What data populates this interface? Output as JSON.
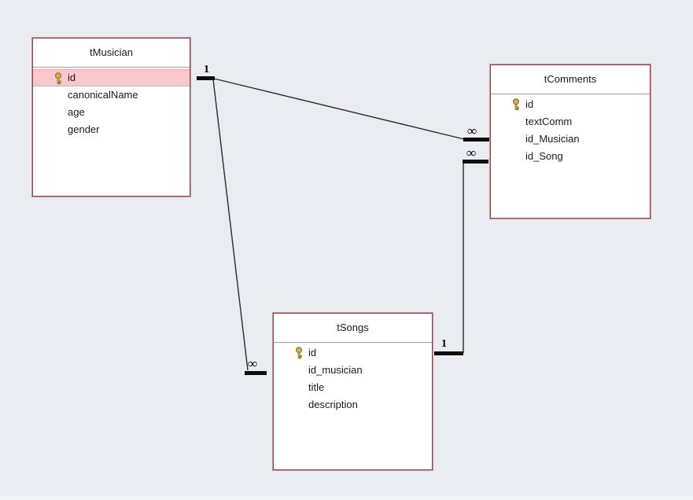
{
  "view": {
    "name": "Access Relationships View",
    "background_color": "#e9edf1",
    "table_border_color": "#9c4246",
    "pk_highlight_color": "#f9c8cc"
  },
  "icons": {
    "primary_key": "key-icon (gold key glyph)"
  },
  "tables": [
    {
      "name": "tMusician",
      "fields": [
        {
          "name": "id",
          "pk": true,
          "highlighted": true
        },
        {
          "name": "canonicalName"
        },
        {
          "name": "age"
        },
        {
          "name": "gender"
        }
      ]
    },
    {
      "name": "tComments",
      "fields": [
        {
          "name": "id",
          "pk": true
        },
        {
          "name": "textComm"
        },
        {
          "name": "id_Musician"
        },
        {
          "name": "id_Song"
        }
      ]
    },
    {
      "name": "tSongs",
      "fields": [
        {
          "name": "id",
          "pk": true
        },
        {
          "name": "id_musician"
        },
        {
          "name": "title"
        },
        {
          "name": "description"
        }
      ]
    }
  ],
  "relationships": [
    {
      "from": "tMusician.id",
      "to": "tComments.id_Musician",
      "from_cardinality": "1",
      "to_cardinality": "∞"
    },
    {
      "from": "tMusician.id",
      "to": "tSongs.id_musician",
      "from_cardinality": "1",
      "to_cardinality": "∞"
    },
    {
      "from": "tSongs.id",
      "to": "tComments.id_Song",
      "from_cardinality": "1",
      "to_cardinality": "∞"
    }
  ]
}
